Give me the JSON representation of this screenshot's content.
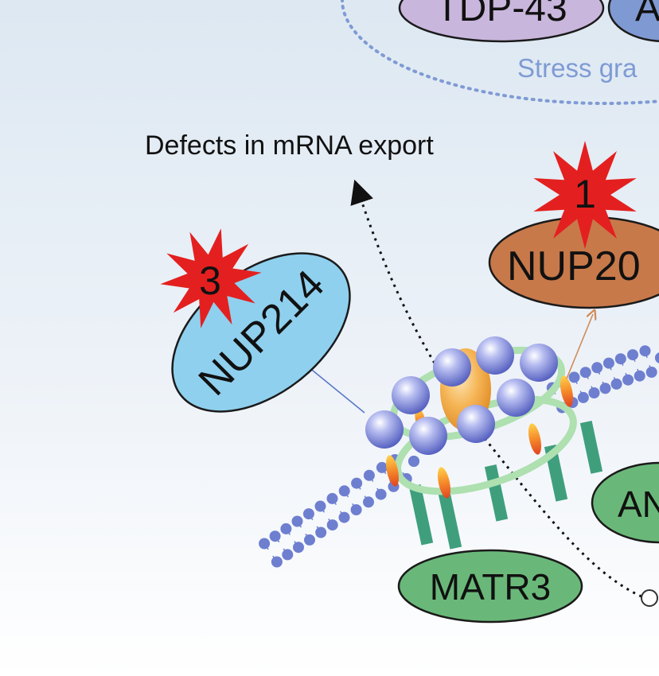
{
  "labels": {
    "tdp43": "TDP-43",
    "partial_top_right": "A",
    "stress_granule": "Stress gra",
    "defects": "Defects in mRNA export",
    "nup205": "NUP20",
    "star1": "1",
    "star3": "3",
    "nup214": "NUP214",
    "matr3": "MATR3",
    "partial_right": "AN"
  },
  "colors": {
    "tdp43_fill": "#c9b6dc",
    "a_fill": "#7f99d2",
    "stress_text": "#7f9bd4",
    "nup205_fill": "#c8794a",
    "nup214_fill": "#8fd0ee",
    "matr3_fill": "#6ab879",
    "an_fill": "#6ab879",
    "star_red": "#e3201f",
    "membrane_bead": "#6e7fd0",
    "pillar": "#3f9f7d",
    "ring": "#aee0b0",
    "sphere": "#8a93dc",
    "central_oval": "#f2a23c",
    "arrow_blue": "#5a78c8",
    "arrow_orange": "#d18a55"
  },
  "icons": [
    "burst-star-icon",
    "burst-star-icon",
    "bead-icon",
    "sphere-icon"
  ]
}
